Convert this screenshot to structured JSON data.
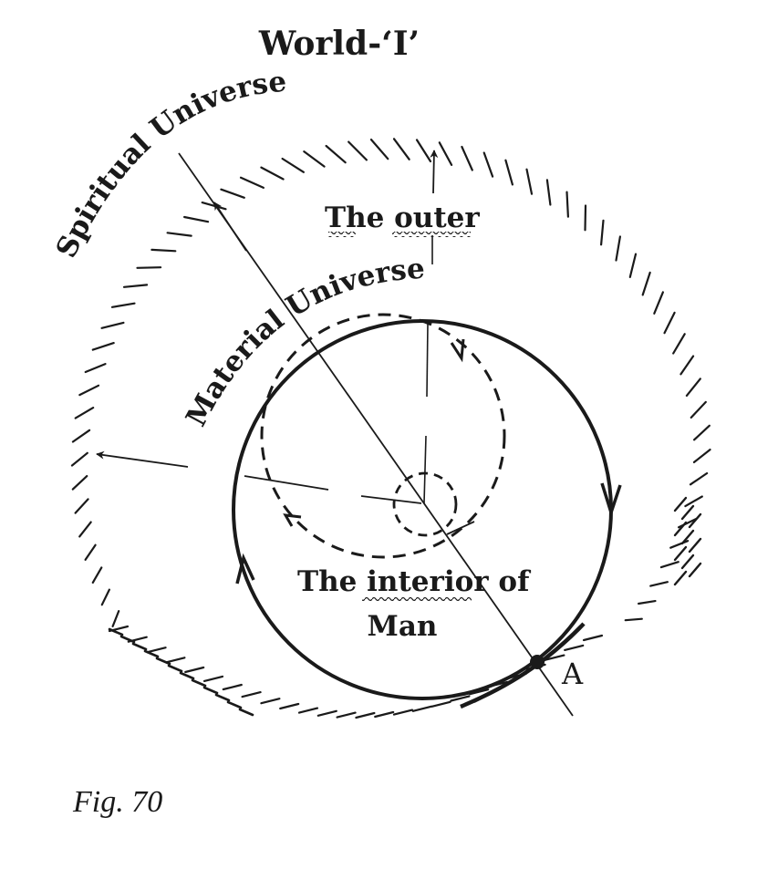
{
  "labels": {
    "title": "World-‘I’",
    "spiritual_universe": "Spiritual Universe",
    "material_universe": "Material Universe",
    "outer": {
      "prefix": "The ",
      "underlined": "outer"
    },
    "interior": {
      "prefix": "The ",
      "underlined": "interior",
      "suffix": " of"
    },
    "man": "Man",
    "point_a": "A",
    "figure_caption": "Fig. 70"
  },
  "colors": {
    "ink": "#1a1a1a",
    "background": "#ffffff"
  }
}
